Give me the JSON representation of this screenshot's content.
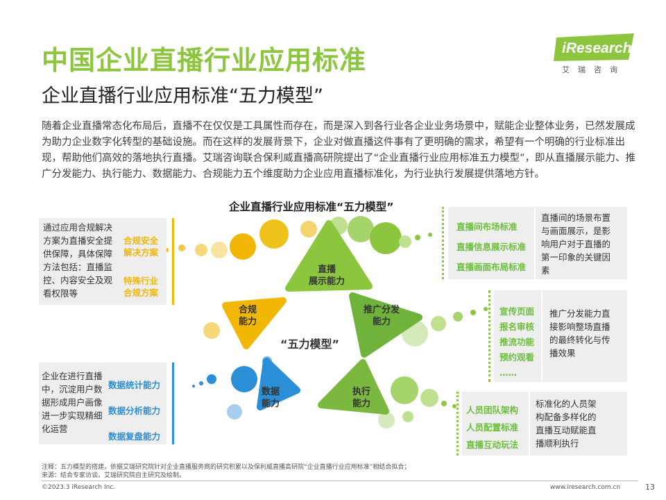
{
  "header": {
    "title": "中国企业直播行业应用标准",
    "subtitle": "企业直播行业应用标准“五力模型”"
  },
  "logo": {
    "word": "iResearch",
    "sub": "艾瑞咨询"
  },
  "intro": "随着企业直播常态化布局后，直播不在仅仅是工具属性而存在，而是深入到各行业各企业业务场景中，赋能企业整体业务，已然发展成为助力企业数字化转型的基础设施。而在这样的发展背景下，企业对做直播这件事有了更明确的需求，希望有一个明确的行业标准出现，帮助他们高效的落地执行直播。艾瑞咨询联合保利威直播高研院提出了“企业直播行业应用标准五力模型”，即从直播展示能力、推广分发能力、执行能力、数据能力、合规能力五个维度助力企业应用直播标准化，为行业执行发展提供落地方针。",
  "diagram": {
    "title": "企业直播行业应用标准“五力模型”",
    "center": "“五力模型”",
    "triangles": {
      "top": [
        "直播",
        "展示能力"
      ],
      "right": [
        "推广分发",
        "能力"
      ],
      "bottom_right": [
        "执行",
        "能力"
      ],
      "bottom_left": [
        "数据",
        "能力"
      ],
      "left": [
        "合规",
        "能力"
      ]
    },
    "panels": {
      "compliance": {
        "desc": [
          "通过应用合规解决",
          "方案为直播安全提",
          "供保障，具体保障",
          "方法包括：直播监",
          "控、内容安全及观",
          "看权限等"
        ],
        "items": [
          "合规安全",
          "解决方案",
          "特殊行业",
          "合规方案"
        ]
      },
      "display": {
        "items": [
          "直播间布场标准",
          "直播信息展示标准",
          "直播画面布局标准"
        ],
        "desc": [
          "直播间的场景布置",
          "与画面展示，是影",
          "响用户对于直播的",
          "第一印象的关键因",
          "素"
        ]
      },
      "promotion": {
        "items": [
          "宣传页面",
          "报名审核",
          "推流功能",
          "预约观看",
          "……"
        ],
        "desc": [
          "推广分发能力直",
          "接影响整场直播",
          "的最终转化与传",
          "播效果"
        ]
      },
      "data": {
        "desc": [
          "企业在进行直播",
          "中，沉淀用户数",
          "据形成用户画像",
          "进一步实现精细",
          "化运营"
        ],
        "items": [
          "数据统计能力",
          "数据分析能力",
          "数据复盘能力"
        ]
      },
      "execution": {
        "items": [
          "人员团队架构",
          "人员配置标准",
          "直播互动玩法"
        ],
        "desc": [
          "标准化的人员架",
          "构配备多样化的",
          "直播互动赋能直",
          "播顺利执行"
        ]
      }
    }
  },
  "footer": {
    "note": "注释：五力模型的搭建，依据艾瑞研究院针对企业直播服务商的研究积累以及保利威直播高研院“企业直播行业应用标准”相结合拟合；",
    "source": "来源：结合专家访谈，艾瑞研究院自主研究及绘制。",
    "copyright": "©2023.3 iResearch Inc.",
    "url": "www.iresearch.com.cn",
    "page": "13"
  },
  "colors": {
    "green": "#8cc63f",
    "blue": "#2a8fd6",
    "yellow": "#f2b705",
    "panel": "#eeeeee"
  }
}
